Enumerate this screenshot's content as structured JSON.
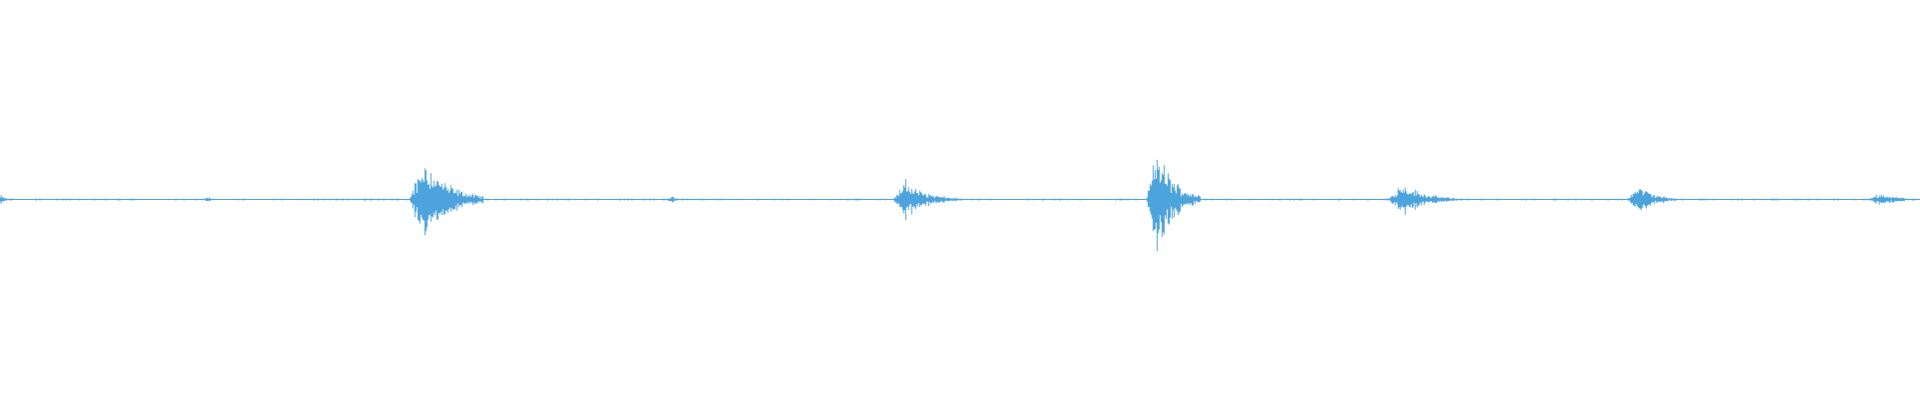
{
  "waveform": {
    "color": "#4da3dc",
    "baseline_color": "#4da3dc",
    "background": "#ffffff",
    "bursts": [
      {
        "name": "burst-1",
        "center": 0.002,
        "width": 0.006,
        "amplitude": 0.012
      },
      {
        "name": "burst-2",
        "center": 0.11,
        "width": 0.008,
        "amplitude": 0.008
      },
      {
        "name": "burst-3",
        "center": 0.228,
        "width": 0.03,
        "amplitude": 0.125
      },
      {
        "name": "burst-4",
        "center": 0.352,
        "width": 0.01,
        "amplitude": 0.01
      },
      {
        "name": "burst-5",
        "center": 0.478,
        "width": 0.026,
        "amplitude": 0.055
      },
      {
        "name": "burst-6",
        "center": 0.608,
        "width": 0.022,
        "amplitude": 0.15
      },
      {
        "name": "burst-7",
        "center": 0.737,
        "width": 0.028,
        "amplitude": 0.05
      },
      {
        "name": "burst-8",
        "center": 0.858,
        "width": 0.02,
        "amplitude": 0.045
      },
      {
        "name": "burst-9",
        "center": 0.985,
        "width": 0.025,
        "amplitude": 0.018
      }
    ]
  }
}
